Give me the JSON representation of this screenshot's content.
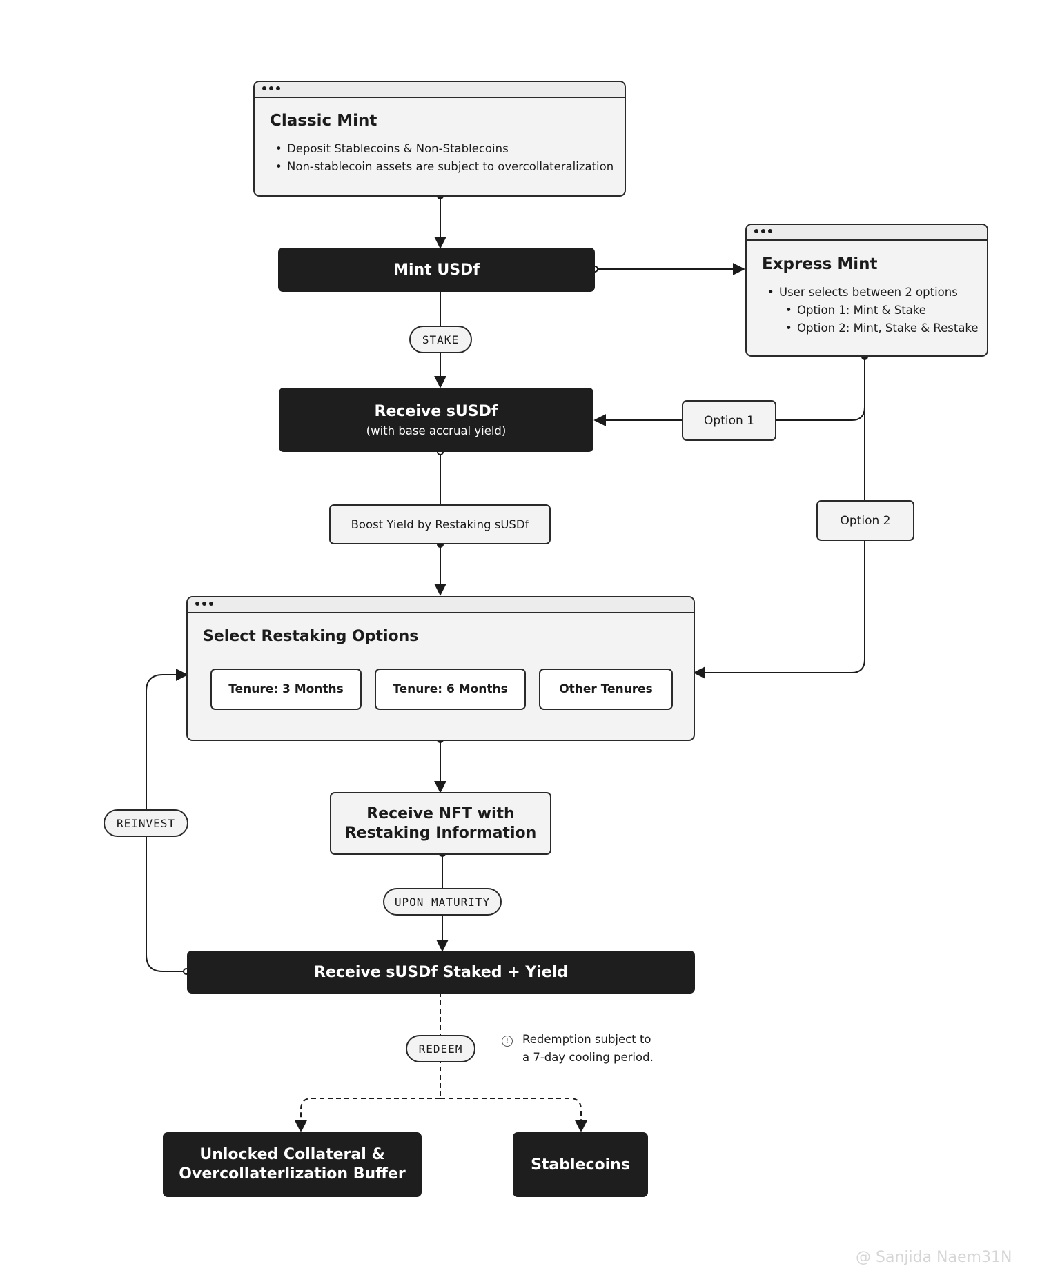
{
  "classic_mint": {
    "title": "Classic Mint",
    "bullets": [
      "Deposit Stablecoins & Non-Stablecoins",
      "Non-stablecoin assets are subject to overcollateralization"
    ]
  },
  "mint_usdf": {
    "label": "Mint USDf"
  },
  "express_mint": {
    "title": "Express Mint",
    "bullet": "User selects between 2 options",
    "sub_bullets": [
      "Option 1: Mint & Stake",
      "Option 2: Mint, Stake & Restake"
    ]
  },
  "stake_pill": {
    "label": "STAKE"
  },
  "receive_susdf": {
    "title": "Receive sUSDf",
    "subtitle": "(with base accrual yield)"
  },
  "option1": {
    "label": "Option 1"
  },
  "option2": {
    "label": "Option 2"
  },
  "boost_yield": {
    "label": "Boost Yield by Restaking sUSDf"
  },
  "restaking": {
    "title": "Select Restaking Options",
    "tenures": [
      "Tenure: 3 Months",
      "Tenure: 6 Months",
      "Other Tenures"
    ]
  },
  "receive_nft": {
    "line1": "Receive NFT with",
    "line2": "Restaking Information"
  },
  "maturity_pill": {
    "label": "UPON MATURITY"
  },
  "reinvest_pill": {
    "label": "REINVEST"
  },
  "staked_yield": {
    "label": "Receive sUSDf Staked + Yield"
  },
  "redeem_pill": {
    "label": "REDEEM"
  },
  "redeem_note": {
    "line1": "Redemption subject to",
    "line2": "a 7-day cooling period."
  },
  "unlocked": {
    "line1": "Unlocked Collateral &",
    "line2": "Overcollaterlization Buffer"
  },
  "stablecoins": {
    "label": "Stablecoins"
  },
  "watermark": {
    "text": "@ Sanjida Naem31N"
  }
}
